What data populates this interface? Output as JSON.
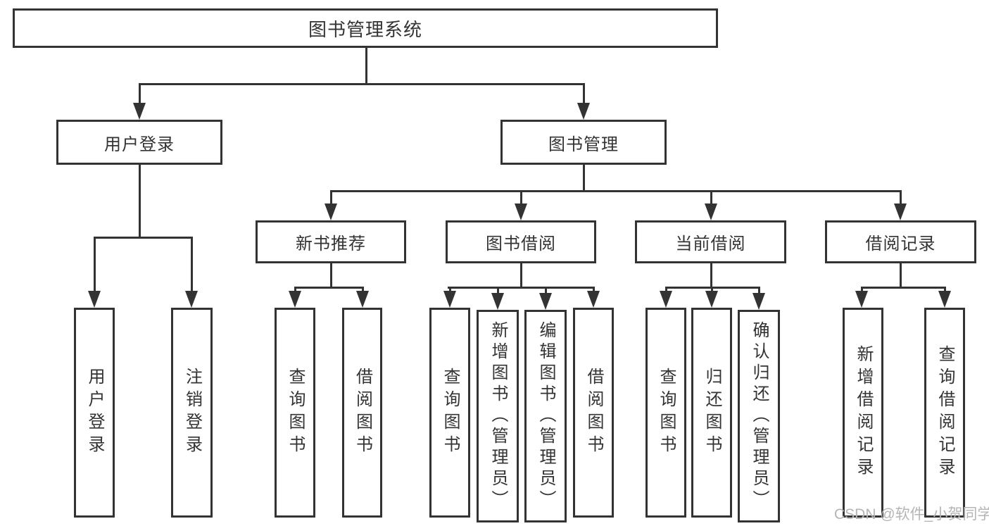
{
  "tree": {
    "label": "图书管理系统",
    "children": [
      {
        "label": "用户登录",
        "children": [
          {
            "label": "用户登录"
          },
          {
            "label": "注销登录"
          }
        ]
      },
      {
        "label": "图书管理",
        "children": [
          {
            "label": "新书推荐",
            "children": [
              {
                "label": "查询图书"
              },
              {
                "label": "借阅图书"
              }
            ]
          },
          {
            "label": "图书借阅",
            "children": [
              {
                "label": "查询图书"
              },
              {
                "label": "新增图书（管理员）"
              },
              {
                "label": "编辑图书（管理员）"
              },
              {
                "label": "借阅图书"
              }
            ]
          },
          {
            "label": "当前借阅",
            "children": [
              {
                "label": "查询图书"
              },
              {
                "label": "归还图书"
              },
              {
                "label": "确认归还（管理员）"
              }
            ]
          },
          {
            "label": "借阅记录",
            "children": [
              {
                "label": "新增借阅记录"
              },
              {
                "label": "查询借阅记录"
              }
            ]
          }
        ]
      }
    ]
  },
  "watermark": {
    "text": "CSDN @软件_小贺同学"
  },
  "colors": {
    "line": "#333333",
    "background": "#ffffff",
    "watermark": "#b5b5b5"
  }
}
